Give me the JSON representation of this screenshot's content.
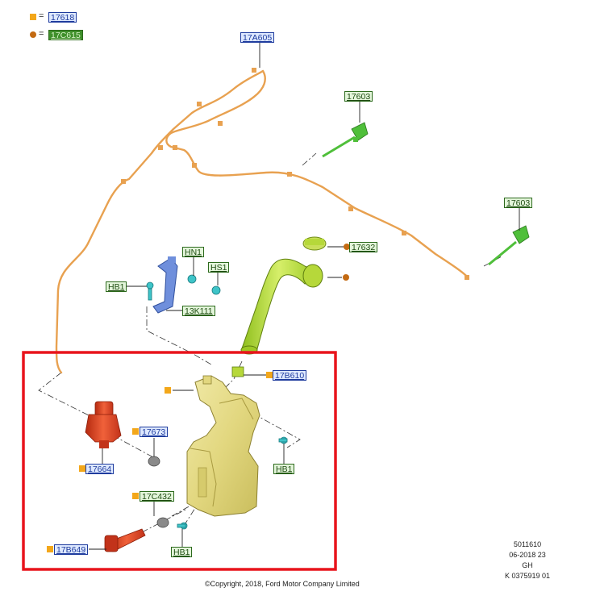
{
  "legend": {
    "square_symbol": "■",
    "dot_symbol": "●",
    "equals": "=",
    "square_code": "17618",
    "dot_code": "17C615"
  },
  "callouts": {
    "17A605": "17A605",
    "17603_upper": "17603",
    "17603_lower": "17603",
    "17632": "17632",
    "HN1": "HN1",
    "HS1": "HS1",
    "HB1_bracket": "HB1",
    "13K111": "13K111",
    "17B610": "17B610",
    "17673": "17673",
    "17664": "17664",
    "HB1_right": "HB1",
    "17C432": "17C432",
    "17B649": "17B649",
    "HB1_bottom": "HB1"
  },
  "document": {
    "number": "5011610",
    "date": "06-2018 23",
    "region": "GH",
    "ref": "K 0375919 01"
  },
  "copyright": "©Copyright, 2018, Ford Motor Company Limited",
  "colors": {
    "callout_blue": "#1f3c9e",
    "callout_green": "#2d6a1d",
    "highlight_box": "#e8141c",
    "hose": "#e8a150",
    "legend_square": "#f3a71a",
    "legend_dot": "#c36a12",
    "reservoir": "#e5dc8c",
    "filler_neck": "#b6d83a",
    "pump": "#d9401c",
    "bracket": "#6f8fdc",
    "nozzle": "#4fbf3a",
    "fastener": "#3ec4c8"
  }
}
